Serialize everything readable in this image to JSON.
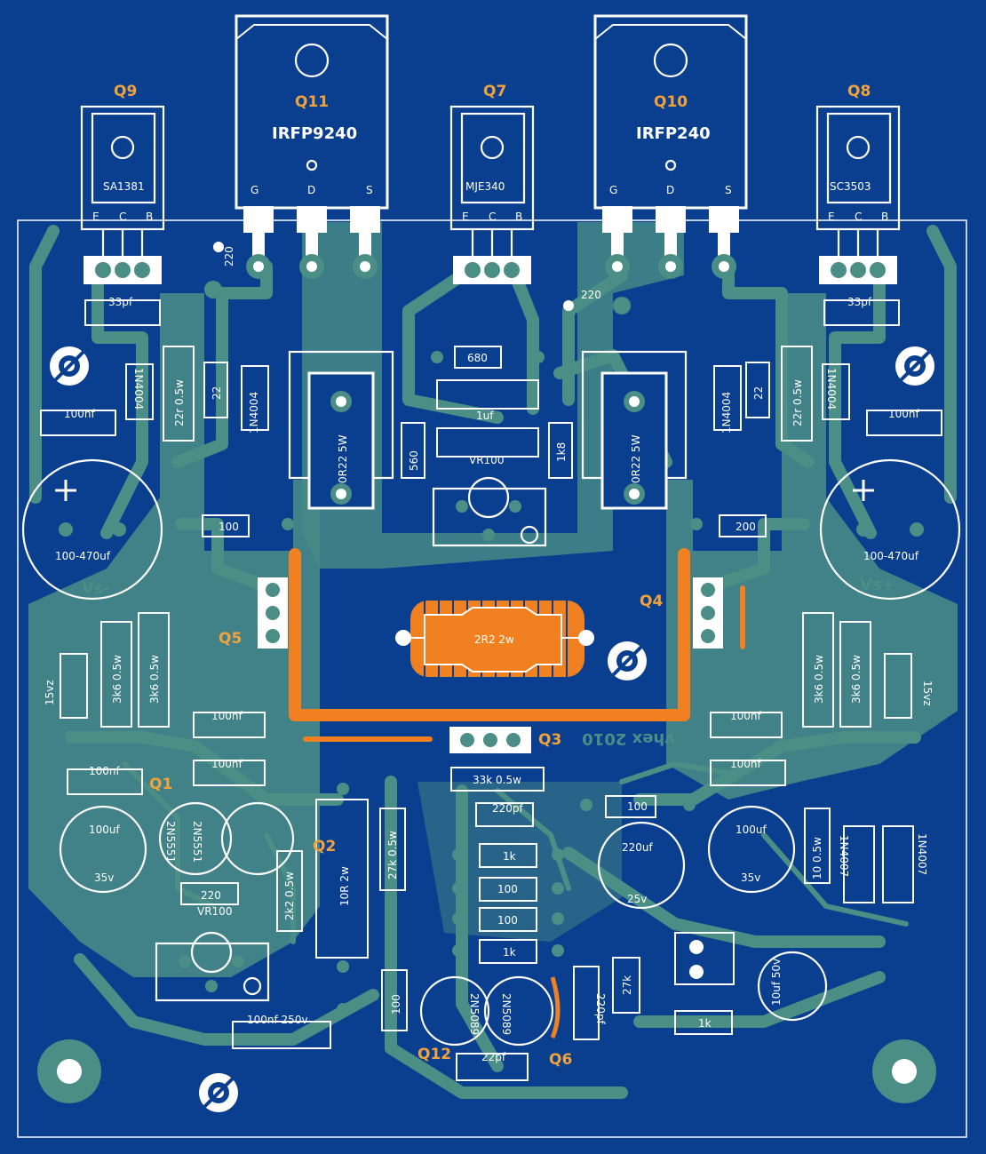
{
  "board": {
    "colors": {
      "background": "#0a3f8f",
      "copper": "#4a8e86",
      "silk": "#ffffff",
      "orange": "#f08020",
      "label": "#f2a23a"
    }
  },
  "transistors": [
    {
      "ref": "Q9",
      "part": "SA1381",
      "pins": [
        "E",
        "C",
        "B"
      ]
    },
    {
      "ref": "Q11",
      "part": "IRFP9240",
      "pins": [
        "G",
        "D",
        "S"
      ]
    },
    {
      "ref": "Q7",
      "part": "MJE340",
      "pins": [
        "E",
        "C",
        "B"
      ]
    },
    {
      "ref": "Q10",
      "part": "IRFP240",
      "pins": [
        "G",
        "D",
        "S"
      ]
    },
    {
      "ref": "Q8",
      "part": "SC3503",
      "pins": [
        "E",
        "C",
        "B"
      ]
    }
  ],
  "refs": {
    "q1": "Q1",
    "q2": "Q2",
    "q3": "Q3",
    "q4": "Q4",
    "q5": "Q5",
    "q6": "Q6",
    "q12": "Q12"
  },
  "parts": {
    "r220_left": "220",
    "r220_right": "220",
    "c33_left": "33pf",
    "c33_right": "33pf",
    "r680": "680",
    "c1uf": "1uf",
    "vr100_top": "VR100",
    "r560": "560",
    "r1k8": "1k8",
    "r22_left": "22",
    "r22r_left": "22r 0.5w",
    "d4004_left": "1N4004",
    "d4004_left2": "1N4004",
    "r22_right": "22",
    "r22r_right": "22r 0.5w",
    "d4004_right": "1N4004",
    "d4004_right2": "1N4004",
    "rs_left": "0R22 5W",
    "rs_right": "0R22 5W",
    "c100nf_l": "100nf",
    "c100nf_r": "100nf",
    "cap_left": "100-470uf",
    "cap_right": "100-470uf",
    "vs_minus": "Vs-",
    "vs_plus": "Vs+",
    "r100_mid": "100",
    "r200_mid": "200",
    "r2r2": "2R2 2w",
    "z15_left": "15vz",
    "z15_right": "15vz",
    "r3k6a": "3k6 0.5w",
    "r3k6b": "3k6 0.5w",
    "r3k6c": "3k6 0.5w",
    "r3k6d": "3k6 0.5w",
    "c100nf_a": "100nf",
    "c100nf_b": "100nf",
    "c100nf_c": "100nf",
    "c100nf_d": "100nf",
    "c100nf_e": "100nf",
    "c100uf_l": "100uf",
    "v35_l": "35v",
    "c100uf_r": "100uf",
    "v35_r": "35v",
    "q1a": "2N5551",
    "q1b": "2N5551",
    "r220b": "220",
    "vr100b": "VR100",
    "r2k2": "2k2 0.5w",
    "r10r": "10R 2w",
    "r27k5": "27k 0.5w",
    "r33k": "33k 0.5w",
    "c220pf": "220pf",
    "r100b": "100",
    "r1ka": "1k",
    "r100c": "100",
    "r100d": "100",
    "r1kb": "1k",
    "c220uf": "220uf",
    "v25": "25v",
    "r10r5": "10 0.5w",
    "d4007a": "1N4007",
    "d4007b": "1N4007",
    "c100nf250": "100nf 250v",
    "r100e": "100",
    "q12a": "2N5089",
    "q12b": "2N5089",
    "c22pf": "22pf",
    "c220pf2": "220pf",
    "r27k": "27k",
    "r1kc": "1k",
    "c10uf": "10uf 50v",
    "signature": "vhex 2010"
  }
}
